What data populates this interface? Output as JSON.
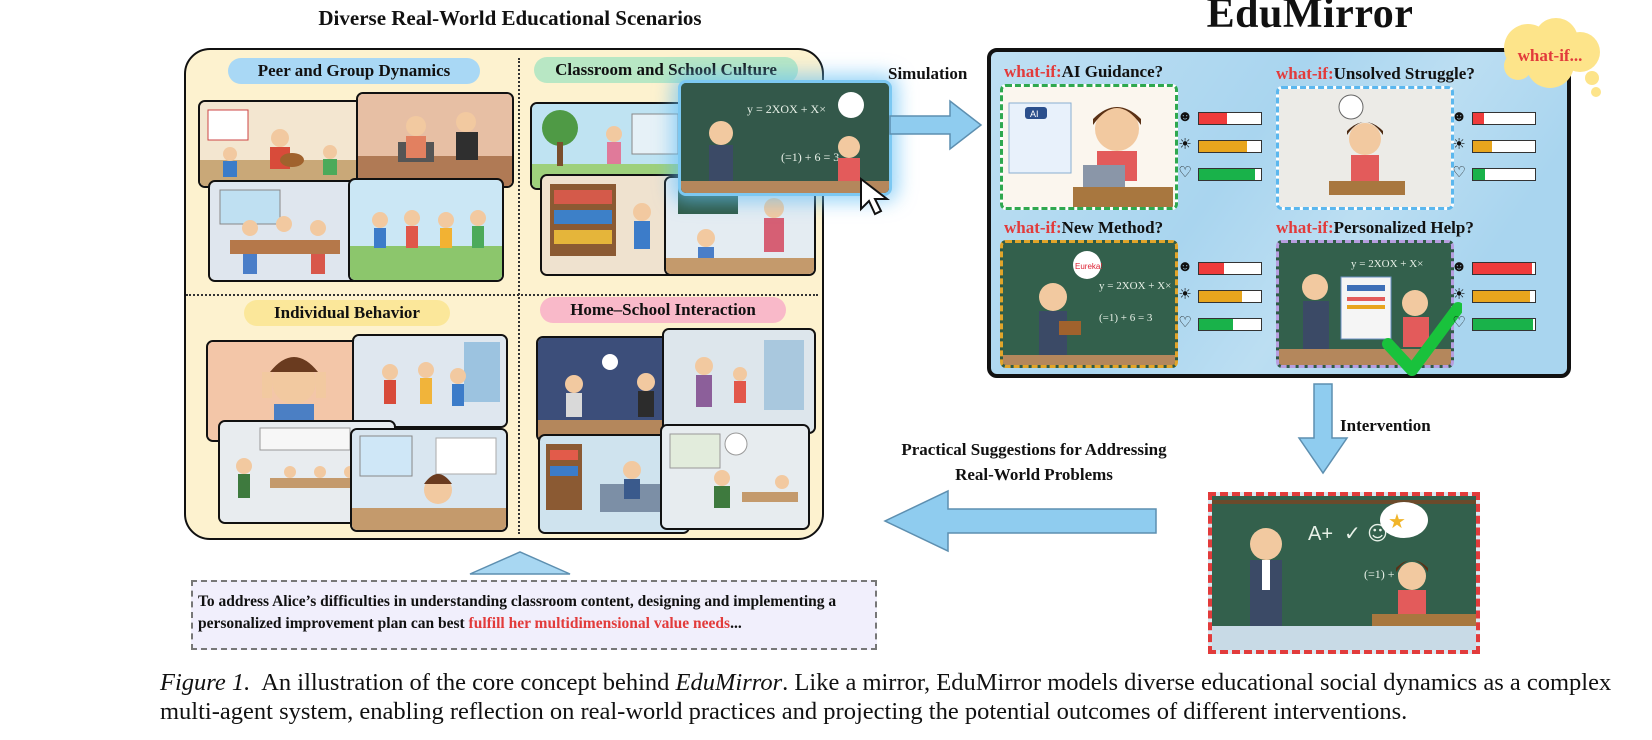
{
  "left_panel": {
    "title": "Diverse Real-World Educational Scenarios",
    "quadrants": [
      {
        "label": "Peer and Group Dynamics",
        "color": "#a9d8f5"
      },
      {
        "label": "Classroom and School Culture",
        "color": "#b8e7c4"
      },
      {
        "label": "Individual Behavior",
        "color": "#fbe79a"
      },
      {
        "label": "Home–School Interaction",
        "color": "#f9b9c9"
      }
    ]
  },
  "arrows": {
    "simulation": "Simulation",
    "intervention": "Intervention",
    "suggestions_line1": "Practical Suggestions for Addressing",
    "suggestions_line2": "Real-World Problems"
  },
  "edumirror": {
    "title": "EduMirror",
    "cloud": "what-if...",
    "prefix": "what-if:",
    "scenarios": [
      {
        "question": "AI Guidance?",
        "border": "#2fa84f",
        "meters": [
          0.45,
          0.78,
          0.9
        ],
        "selected": false
      },
      {
        "question": "Unsolved Struggle?",
        "border": "#5bb7ee",
        "meters": [
          0.18,
          0.3,
          0.2
        ],
        "selected": false
      },
      {
        "question": "New Method?",
        "border": "#e2a52a",
        "meters": [
          0.4,
          0.7,
          0.55
        ],
        "selected": false
      },
      {
        "question": "Personalized Help?",
        "border": "#b79ee0",
        "meters": [
          0.95,
          0.92,
          0.97
        ],
        "selected": true
      }
    ],
    "ai_badge": "AI",
    "eureka": "Eureka!",
    "board_eq": "y = 2XOX + X×",
    "board_eq2": "(=1) + 6 = 3"
  },
  "suggestion": {
    "text_before": "To address Alice’s difficulties in understanding classroom content, designing and implementing a personalized improvement plan can best ",
    "text_highlight": "fulfill her multidimensional value needs",
    "text_after": "..."
  },
  "result_board": {
    "symbols": "A+",
    "eq": "(=1) + 6 = 3"
  },
  "caption": {
    "label": "Figure 1.",
    "part1": "An illustration of the core concept behind ",
    "italic_name": "EduMirror",
    "part2": ". Like a mirror, EduMirror models diverse educational social dynamics as a complex multi-agent system, enabling reflection on real-world practices and projecting the potential outcomes of different interventions."
  },
  "colors": {
    "red_bar": "#ef3b3b",
    "orange_bar": "#e8a51d",
    "green_bar": "#19b24a",
    "accent_red": "#e23b3b",
    "arrow_blue": "#8fccef"
  }
}
